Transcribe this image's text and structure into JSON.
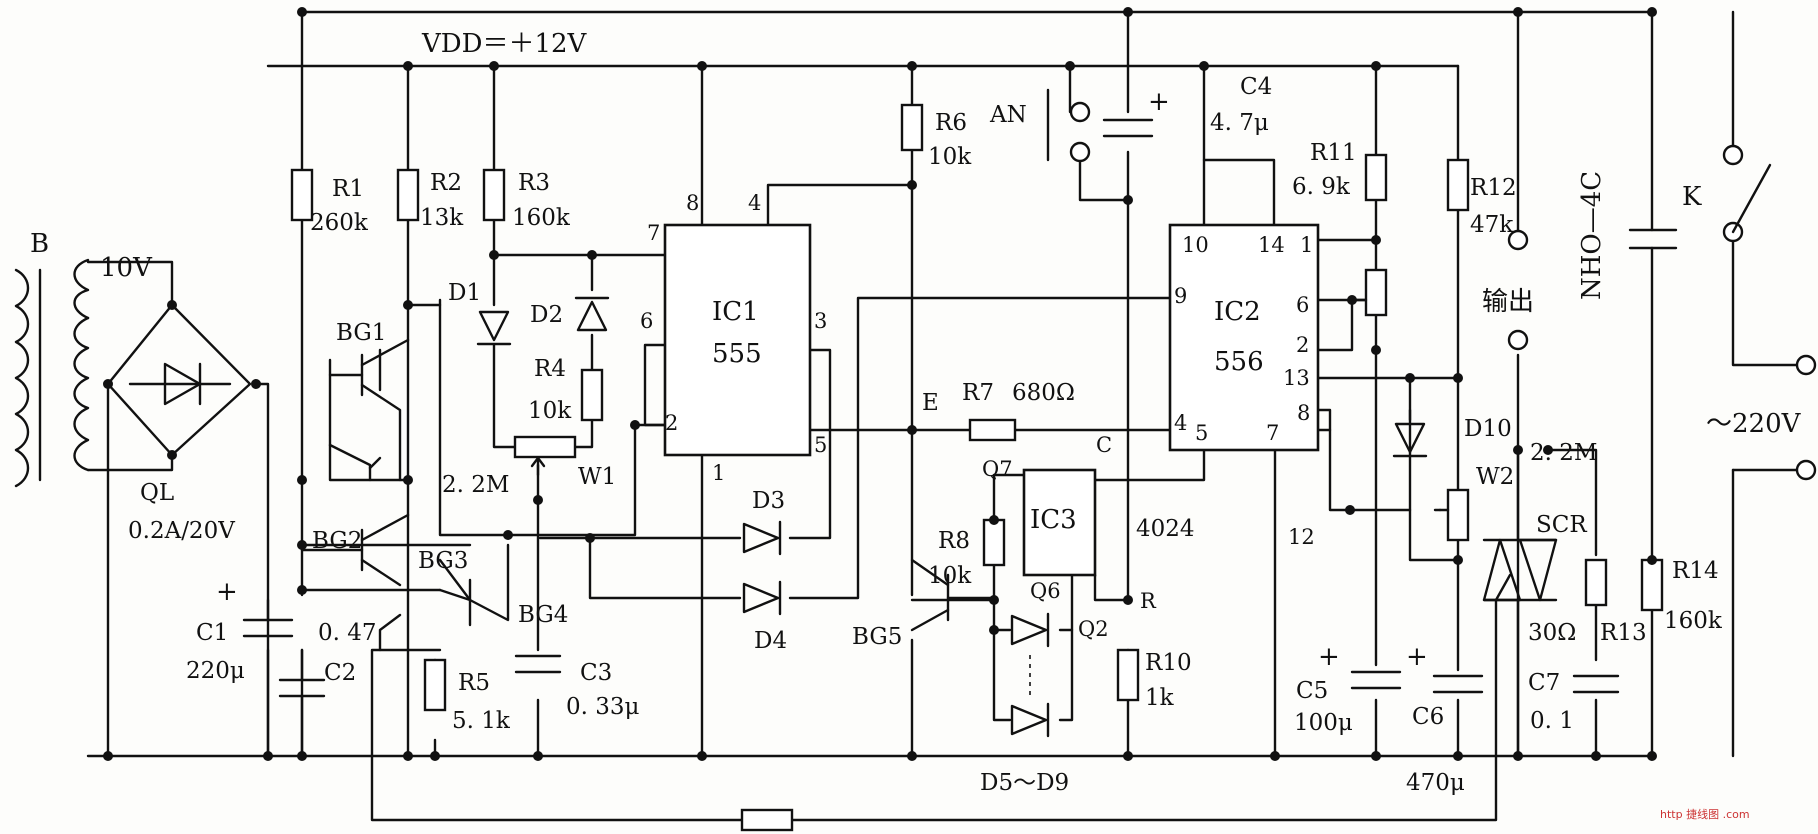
{
  "supply": {
    "vdd": "VDD＝＋12V",
    "ac": "～220V"
  },
  "transformer": {
    "name": "B",
    "secondary": "10V"
  },
  "bridge": {
    "name": "QL",
    "rating": "0.2A/20V"
  },
  "resistors": {
    "r1": {
      "name": "R1",
      "value": "260k"
    },
    "r2": {
      "name": "R2",
      "value": "13k"
    },
    "r3": {
      "name": "R3",
      "value": "160k"
    },
    "r4": {
      "name": "R4",
      "value": "10k"
    },
    "r5": {
      "name": "R5",
      "value": "5. 1k"
    },
    "r6": {
      "name": "R6",
      "value": "10k"
    },
    "r7": {
      "name": "R7",
      "value": "680Ω"
    },
    "r8": {
      "name": "R8",
      "value": "10k"
    },
    "r10": {
      "name": "R10",
      "value": "1k"
    },
    "r11": {
      "name": "R11",
      "value": "6. 9k"
    },
    "r12": {
      "name": "R12",
      "value": "47k"
    },
    "r13": {
      "name": "R13",
      "value": "30Ω"
    },
    "r14": {
      "name": "R14",
      "value": "160k"
    }
  },
  "capacitors": {
    "c1": {
      "name": "C1",
      "value": "220μ"
    },
    "c2": {
      "name": "C2",
      "value": "0. 47"
    },
    "c3": {
      "name": "C3",
      "value": "0. 33μ"
    },
    "c4": {
      "name": "C4",
      "value": "4. 7μ"
    },
    "c5": {
      "name": "C5",
      "value": "100μ"
    },
    "c6": {
      "name": "C6",
      "value": "470μ"
    },
    "c7": {
      "name": "C7",
      "value": "0. 1"
    }
  },
  "transistors": {
    "bg1": "BG1",
    "bg2": "BG2",
    "bg3": "BG3",
    "bg4": "BG4",
    "bg5": "BG5"
  },
  "diodes": {
    "d1": "D1",
    "d2": "D2",
    "d3": "D3",
    "d4": "D4",
    "d10": "D10",
    "range": "D5～D9"
  },
  "pots": {
    "w1": "W1",
    "w1_value": "2. 2M",
    "w2": "W2",
    "w2_value": "2. 2M"
  },
  "ic1": {
    "name": "IC1",
    "type": "555",
    "pins": [
      "8",
      "4",
      "7",
      "6",
      "3",
      "2",
      "5",
      "1"
    ]
  },
  "ic2": {
    "name": "IC2",
    "type": "556",
    "pins": [
      "10",
      "14",
      "1",
      "9",
      "6",
      "2",
      "13",
      "4",
      "5",
      "7",
      "8",
      "12"
    ]
  },
  "ic3": {
    "name": "IC3",
    "type": "4024",
    "pins": [
      "Q7",
      "Q6",
      "Q2",
      "C",
      "R"
    ]
  },
  "nodes": {
    "e": "E"
  },
  "switches": {
    "an": "AN",
    "k": "K",
    "relay": "NHO—4C",
    "output": "输出"
  },
  "scr": "SCR",
  "watermark": "http   捷线图 .com"
}
